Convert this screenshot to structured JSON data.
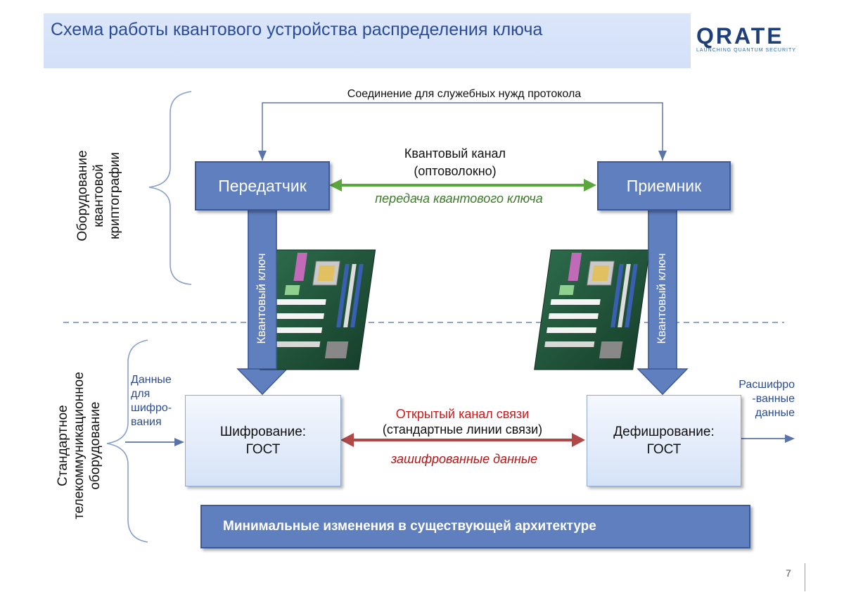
{
  "header": {
    "title": "Схема работы квантового устройства распределения ключа",
    "logo_word": "QRATE",
    "logo_tagline": "LAUNCHING QUANTUM SECURITY"
  },
  "groups": {
    "quantum_equipment": "Оборудование квантовой криптографии",
    "quantum_equipment_lines": [
      "Оборудование",
      "квантовой",
      "криптографии"
    ],
    "telecom_equipment_lines": [
      "Стандартное",
      "телекоммуникационное",
      "оборудование"
    ]
  },
  "top_link": "Соединение для служебных нужд протокола",
  "transmitter": "Передатчик",
  "receiver": "Приемник",
  "quantum_channel": {
    "line1": "Квантовый канал",
    "line2": "(оптоволокно)",
    "caption": "передача квантового ключа"
  },
  "quantum_key_left": "Квантовый ключ",
  "quantum_key_right": "Квантовый ключ",
  "input_data": [
    "Данные",
    "для",
    "шифро-",
    "вания"
  ],
  "output_data": [
    "Расшифро",
    "-ванные",
    "данные"
  ],
  "encryption": {
    "line1": "Шифрование:",
    "line2": "ГОСТ"
  },
  "decryption": {
    "line1": "Дефишрование:",
    "line2": "ГОСТ"
  },
  "open_channel": {
    "line1": "Открытый канал связи",
    "line2": "(стандартные линии связи)",
    "caption": "зашифрованные данные"
  },
  "bottom_banner": "Минимальные изменения в существующей архитектуре",
  "page_number": "7",
  "colors": {
    "title_text": "#2a4c96",
    "dark_box": "#5f7fbf",
    "quantum_arrow": "#5aa83c",
    "quantum_caption": "#3d7a2a",
    "open_arrow": "#b04848",
    "open_title": "#cc1a1a",
    "open_caption": "#b41414"
  }
}
